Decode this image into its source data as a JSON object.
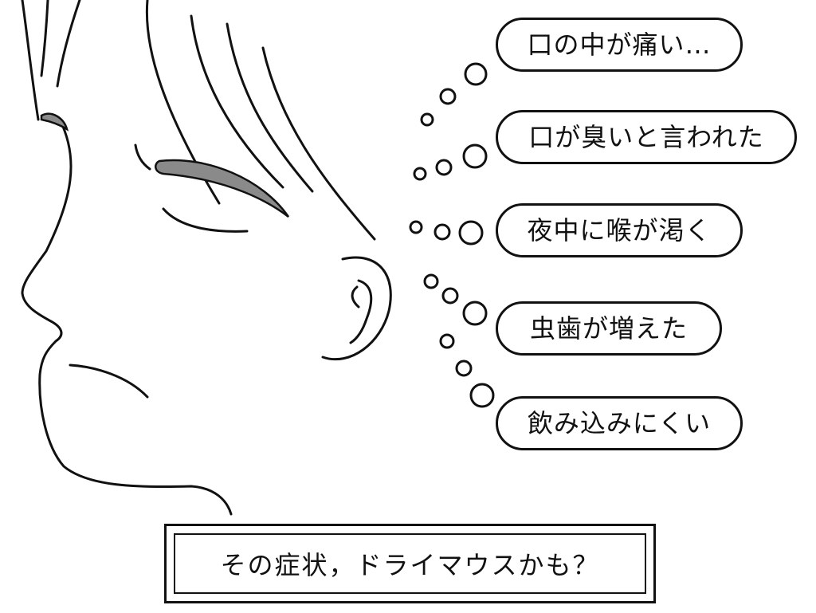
{
  "thoughts": [
    {
      "text": "口の中が痛い…"
    },
    {
      "text": "口が臭いと言われた"
    },
    {
      "text": "夜中に喉が渇く"
    },
    {
      "text": "虫歯が増えた"
    },
    {
      "text": "飲み込みにくい"
    }
  ],
  "caption": "その症状，ドライマウスかも？",
  "colors": {
    "line": "#111111",
    "eyebrow_fill": "#8a8a8a",
    "background": "#ffffff"
  }
}
